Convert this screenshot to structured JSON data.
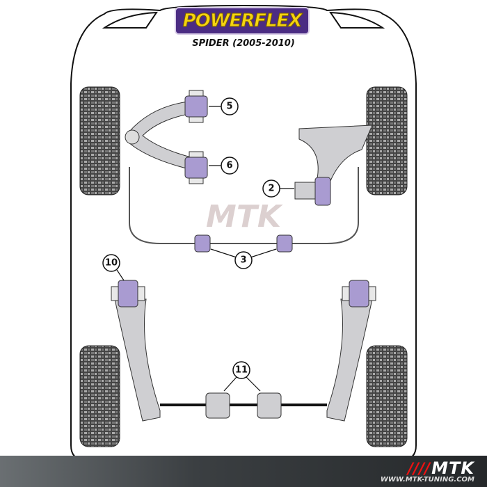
{
  "brand": {
    "logo_text": "POWERFLEX",
    "subtitle": "SPIDER (2005-2010)"
  },
  "watermark": {
    "text": "MTK"
  },
  "callouts": {
    "c5": "5",
    "c6": "6",
    "c2": "2",
    "c3": "3",
    "c10": "10",
    "c11": "11"
  },
  "footer": {
    "logo_text": "MTK",
    "url": "WWW.MTK-TUNING.COM"
  },
  "colors": {
    "bush": "#a99bd1",
    "arm": "#cfcfd2",
    "footer": "#2b2e30",
    "brand_bg": "#4b2c83",
    "brand_text": "#f5d40f",
    "accent_red": "#e11111"
  }
}
